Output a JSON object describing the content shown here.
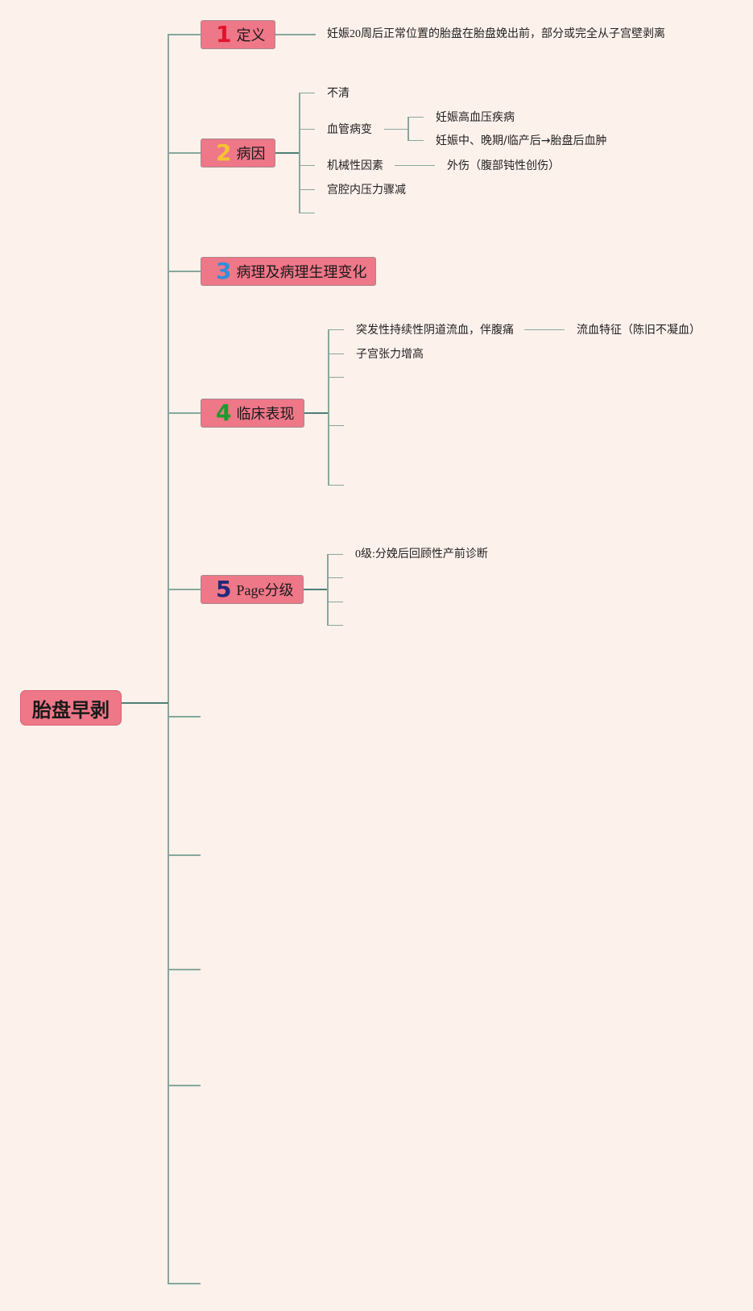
{
  "root": {
    "label": "胎盘早剥"
  },
  "topics": [
    {
      "num": "1",
      "num_color": "#e0142c",
      "label": "定义"
    },
    {
      "num": "2",
      "num_color": "#f4c430",
      "label": "病因"
    },
    {
      "num": "3",
      "num_color": "#2f8fd8",
      "label": "病理及病理生理变化"
    },
    {
      "num": "4",
      "num_color": "#1f9a2e",
      "label": "临床表现"
    },
    {
      "num": "5",
      "num_color": "#1f2a7a",
      "label": "Page分级"
    }
  ],
  "definition": {
    "text": "妊娠20周后正常位置的胎盘在胎盘娩出前，部分或完全从子宫壁剥离"
  },
  "causes": {
    "items": [
      {
        "label": "不清"
      },
      {
        "label": "血管病变"
      },
      {
        "label": "机械性因素"
      },
      {
        "label": "宫腔内压力骤减"
      }
    ],
    "vascular_children": [
      "妊娠高血压疾病",
      "妊娠中、晚期/临产后→胎盘后血肿"
    ],
    "mechanical_child": "外伤（腹部钝性创伤）"
  },
  "clinical": {
    "items": [
      "突发性持续性阴道流血，伴腹痛",
      "子宫张力增高"
    ],
    "bleeding_child": "流血特征（陈旧不凝血）"
  },
  "grading": {
    "items": [
      "0级:分娩后回顾性产前诊断"
    ]
  },
  "colors": {
    "background": "#fdf1ec",
    "node_fill": "#ee7788",
    "connector": "#86a89b"
  }
}
